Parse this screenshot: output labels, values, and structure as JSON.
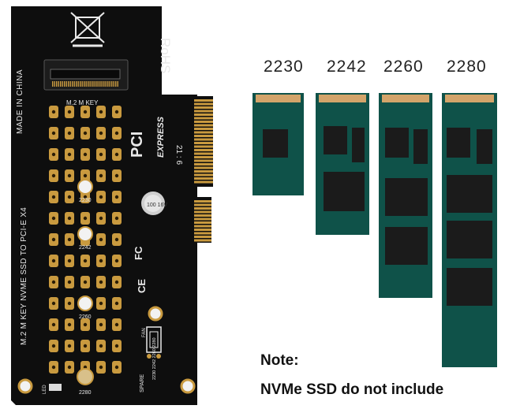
{
  "board": {
    "rohs": "RoHS",
    "made_in": "MADE IN CHINA",
    "product_line": "M.2 M KEY NVME SSD TO PCI-E X4",
    "key_label": "M.2 M KEY",
    "pci_logo": "PCI",
    "express": "EXPRESS",
    "cap_value": "100 16V",
    "fc": "FC",
    "ce": "CE",
    "fan": "FAN",
    "spare": "SPARE",
    "led": "LED",
    "small_code": "21 : 6",
    "mount_marks": [
      "2230",
      "2242",
      "2260",
      "2280"
    ],
    "side_sizes": "2230 2242 2260 2280"
  },
  "ssd_sizes": [
    "2230",
    "2242",
    "2260",
    "2280"
  ],
  "note": {
    "title": "Note:",
    "body": "NVMe SSD do not include"
  },
  "colors": {
    "pcb": "#0e0e0e",
    "gold": "#c99a3f",
    "ssd_green": "#0f5249",
    "chip": "#1b1b1b",
    "ssd_connector": "#d3a46a"
  }
}
